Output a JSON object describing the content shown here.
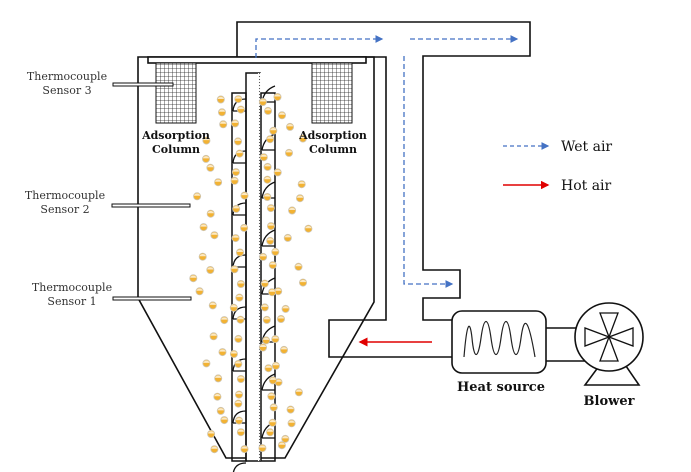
{
  "diagram": {
    "sensors": [
      {
        "line1": "Thermocouple",
        "line2": "Sensor 3"
      },
      {
        "line1": "Thermocouple",
        "line2": "Sensor 2"
      },
      {
        "line1": "Thermocouple",
        "line2": "Sensor 1"
      }
    ],
    "adsorption_left": {
      "line1": "Adsorption",
      "line2": "Column"
    },
    "adsorption_right": {
      "line1": "Adsorption",
      "line2": "Column"
    },
    "heat_source_label": "Heat source",
    "blower_label": "Blower",
    "legend": [
      {
        "label": "Wet air",
        "style": "dashed",
        "color": "#4472c4"
      },
      {
        "label": "Hot air",
        "style": "solid",
        "color": "#e00000"
      }
    ],
    "colors": {
      "outline": "#111111",
      "grain": "#f2b233",
      "grain_cap": "#fbe9c4",
      "wet_air": "#4472c4",
      "hot_air": "#e00000"
    }
  }
}
